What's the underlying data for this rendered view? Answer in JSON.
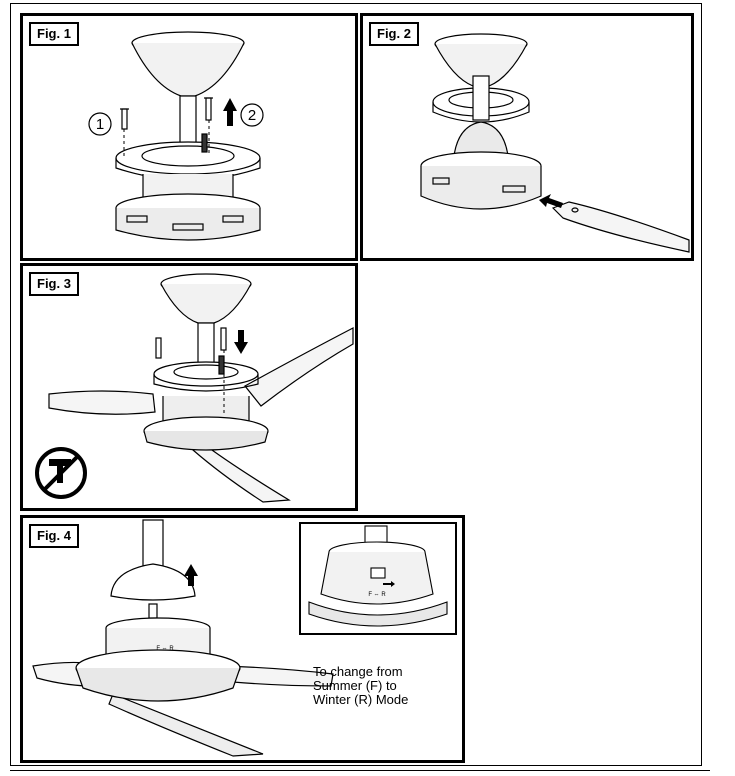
{
  "figures": [
    {
      "label": "Fig. 1",
      "step_labels": [
        "1",
        "2"
      ]
    },
    {
      "label": "Fig. 2"
    },
    {
      "label": "Fig. 3"
    },
    {
      "label": "Fig. 4",
      "switch_label": "F ⇔ R",
      "caption": [
        "To change from",
        "Summer (F) to",
        "Winter (R) Mode"
      ]
    }
  ],
  "icons": [
    "arrow-up-icon",
    "arrow-down-icon",
    "arrow-left-icon",
    "no-tools-icon",
    "screw-icon"
  ],
  "colors": {
    "line": "#000000",
    "fill": "#ffffff",
    "shade": "#e6e6e6"
  }
}
